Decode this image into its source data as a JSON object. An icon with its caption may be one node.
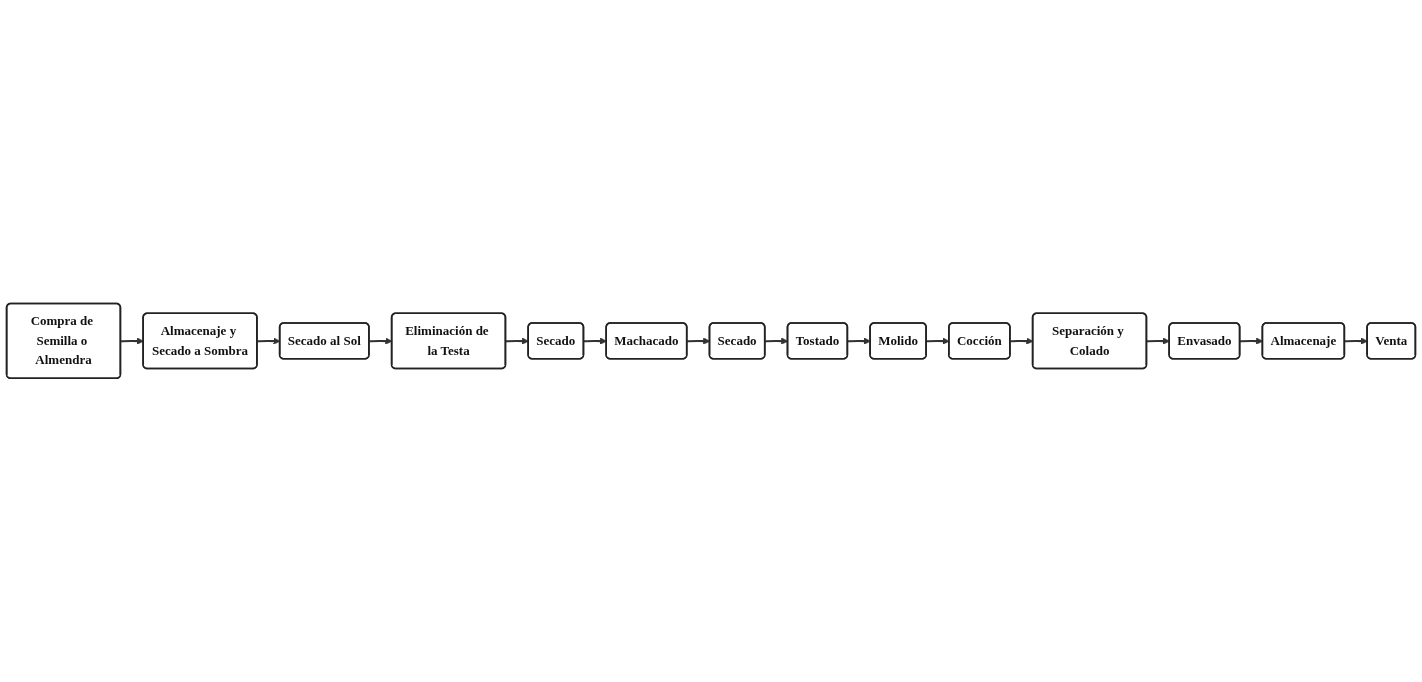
{
  "diagram": {
    "nodes": [
      {
        "text": [
          "Compra de Semilla o Almendra"
        ]
      },
      {
        "text": [
          "Almacenaje y Secado a Sombra"
        ]
      },
      {
        "text": [
          "Secado al Sol"
        ]
      },
      {
        "text": [
          "Eliminación de la Testa"
        ]
      },
      {
        "text": [
          "Molido"
        ]
      },
      {
        "text": [
          "Tostado"
        ]
      },
      {
        "text": [
          "Secado"
        ]
      },
      {
        "text": [
          "Machacado"
        ]
      },
      {
        "text": [
          "Secado"
        ]
      },
      {
        "text": [
          "Cocción"
        ]
      },
      {
        "text": [
          "Separación y Colado"
        ]
      },
      {
        "text": [
          "Envasado"
        ]
      },
      {
        "text": [
          "Almacenaje"
        ]
      },
      {
        "text": [
          "Venta"
        ]
      }
    ],
    "edges": [
      {
        "from": 0,
        "to": 1,
        "arrow": "to"
      },
      {
        "from": 1,
        "to": 2,
        "arrow": "to"
      },
      {
        "from": 2,
        "to": 3,
        "arrow": "to"
      },
      {
        "from": 3,
        "to": 8,
        "arrow": "to"
      },
      {
        "from": 8,
        "to": 7,
        "arrow": "to"
      },
      {
        "from": 7,
        "to": 6,
        "arrow": "to"
      },
      {
        "from": 6,
        "to": 5,
        "arrow": "to"
      },
      {
        "from": 5,
        "to": 4,
        "arrow": "to"
      },
      {
        "from": 4,
        "to": 9,
        "arrow": "to"
      },
      {
        "from": 9,
        "to": 10,
        "arrow": "to"
      },
      {
        "from": 10,
        "to": 11,
        "arrow": "to"
      },
      {
        "from": 11,
        "to": 12,
        "arrow": "to"
      },
      {
        "from": 12,
        "to": 13,
        "arrow": "to"
      }
    ]
  }
}
